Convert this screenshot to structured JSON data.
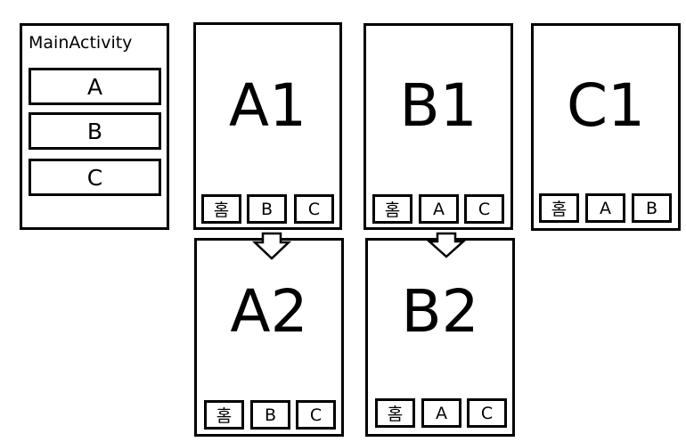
{
  "main": {
    "title": "MainActivity",
    "buttons": [
      "A",
      "B",
      "C"
    ]
  },
  "screens": {
    "a1": {
      "label": "A1",
      "nav": [
        "홈",
        "B",
        "C"
      ]
    },
    "b1": {
      "label": "B1",
      "nav": [
        "홈",
        "A",
        "C"
      ]
    },
    "c1": {
      "label": "C1",
      "nav": [
        "홈",
        "A",
        "B"
      ]
    },
    "a2": {
      "label": "A2",
      "nav": [
        "홈",
        "B",
        "C"
      ]
    },
    "b2": {
      "label": "B2",
      "nav": [
        "홈",
        "A",
        "C"
      ]
    }
  }
}
